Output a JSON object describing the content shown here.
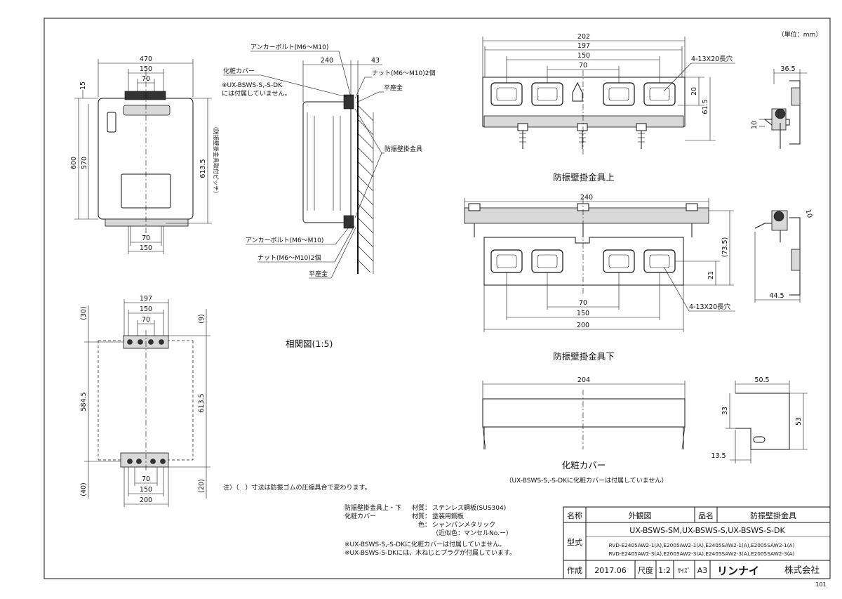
{
  "drawing": {
    "unit_note": "（単位：mm）",
    "sheet_code": "101",
    "left_view": {
      "dims": {
        "w470": "470",
        "w150": "150",
        "w70": "70",
        "h15": "15",
        "h600": "600",
        "h570": "570",
        "h613_5": "613.5",
        "pitch_label": "（防振壁掛金具取付ピッチ）",
        "b70": "70",
        "b150": "150"
      }
    },
    "side_view": {
      "dims": {
        "d240": "240",
        "d43": "43"
      },
      "labels": {
        "anchor_top": "アンカーボルト(M6～M10)",
        "cover": "化粧カバー",
        "note1": "※UX-BSWS-S,-S-DK",
        "note2": "には付属していません。",
        "nut_top": "ナット(M6～M10)2個",
        "washer_top": "平座金",
        "bracket": "防振壁掛金具",
        "anchor_bot": "アンカーボルト(M6～M10)",
        "nut_bot": "ナット(M6～M10)2個",
        "washer_bot": "平座金"
      },
      "scale_title": "相関図(1:5)"
    },
    "lower_left": {
      "dims": {
        "w197": "197",
        "w150": "150",
        "w70": "70",
        "p30": "(30)",
        "p9": "(9)",
        "h584_5": "584.5",
        "h613_5": "613.5",
        "p40": "(40)",
        "p20": "(20)",
        "b70": "70",
        "b150": "150",
        "b200": "200"
      }
    },
    "upper_bracket": {
      "title": "防振壁掛金具上",
      "dims": {
        "w202": "202",
        "w197": "197",
        "w150": "150",
        "w70": "70",
        "h20": "20",
        "h61_5": "61.5",
        "hole": "4-13X20長穴"
      },
      "side": {
        "d36_5": "36.5",
        "d10": "10"
      }
    },
    "lower_bracket": {
      "title": "防振壁掛金具下",
      "dims": {
        "w240": "240",
        "h73_5": "(73.5)",
        "h21": "21",
        "w70": "70",
        "w150": "150",
        "w200": "200",
        "hole": "4-13X20長穴"
      },
      "side": {
        "d44_5": "44.5",
        "d10": "10"
      }
    },
    "cover": {
      "title": "化粧カバー",
      "subtitle": "（UX-BSWS-S,-S-DKに化粧カバーは付属していません）",
      "dims": {
        "w204": "204",
        "w50_5": "50.5",
        "h33": "33",
        "h53": "53",
        "d13_5": "13.5"
      }
    },
    "notes": {
      "bracket_note": "注）（　）寸法は防振ゴムの圧縮具合で変わります。",
      "mat1_item": "防振壁掛金具上・下",
      "mat1_key": "材質：",
      "mat1_val": "ステンレス鋼板(SUS304)",
      "mat2_item": "化粧カバー",
      "mat2_key": "材質：",
      "mat2_val": "塗装用鋼板",
      "mat3_key": "色：",
      "mat3_val": "シャンパンメタリック",
      "mat4": "（近似色：マンセルNo.ー）",
      "remark1": "※UX-BSWS-S,-S-DKに化粧カバーは付属していません。",
      "remark2": "※UX-BSWS-S-DKには、木ねじとプラグが付属しています。"
    },
    "title_block": {
      "name_label": "名称",
      "name_value": "外観図",
      "product_label": "品名",
      "product_value": "防振壁掛金具",
      "model_label": "型式",
      "model_main": "UX-BSWS-SM,UX-BSWS-S,UX-BSWS-S-DK",
      "model_sub1": "RVD-E2405AW2-1(A),E2005AW2-1(A),E2405SAW2-1(A),E2005SAW2-1(A)",
      "model_sub2": "RVD-E2405AW2-3(A),E2005AW2-3(A),E2405SAW2-3(A),E2005SAW2-3(A)",
      "made_label": "作成",
      "date": "2017.06",
      "scale_label": "尺度",
      "scale": "1:2",
      "size_label": "ｻｲｽﾞ",
      "size": "A3",
      "brand": "リンナイ",
      "company": "株式会社"
    }
  }
}
